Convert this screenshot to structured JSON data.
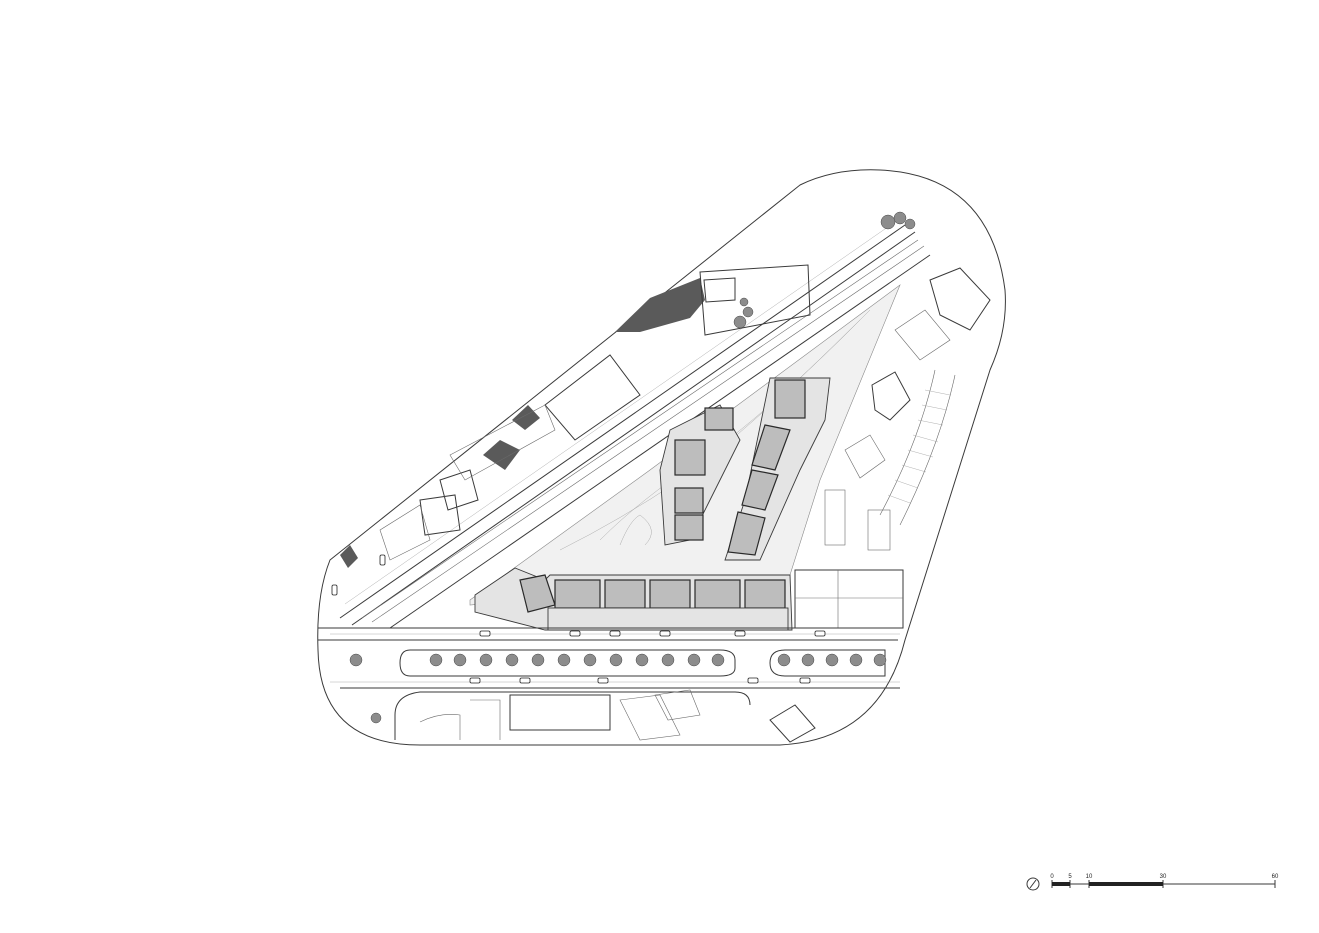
{
  "scale_bar": {
    "labels": [
      "0",
      "5",
      "10",
      "30",
      "60"
    ],
    "values_m": [
      0,
      5,
      10,
      30,
      60
    ]
  },
  "north_arrow": {
    "icon": "north-arrow-icon"
  }
}
